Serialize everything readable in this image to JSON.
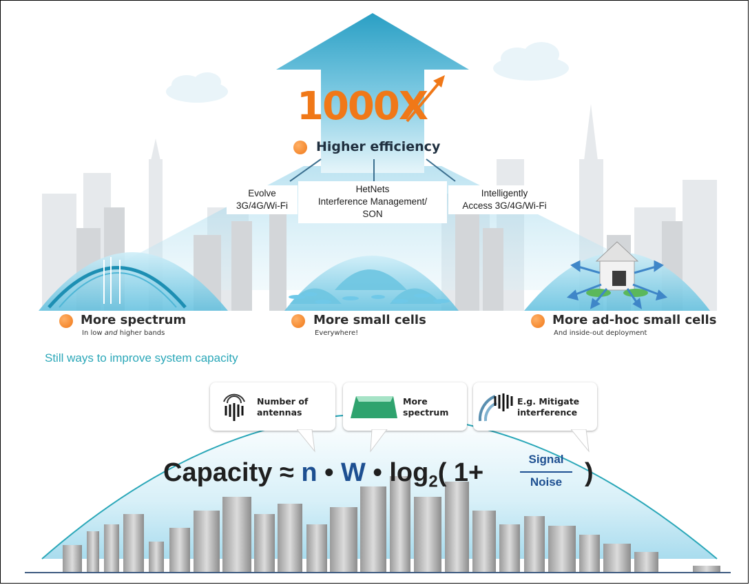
{
  "header": {
    "multiplier": "1000X",
    "efficiency_title": "Higher efficiency"
  },
  "efficiency_boxes": [
    {
      "lines": [
        "Evolve",
        "3G/4G/Wi-Fi"
      ]
    },
    {
      "lines": [
        "HetNets",
        "Interference Management/",
        "SON"
      ]
    },
    {
      "lines": [
        "Intelligently",
        "Access 3G/4G/Wi-Fi"
      ]
    }
  ],
  "bullets": [
    {
      "title": "More spectrum",
      "subtitle_pre": "In low ",
      "subtitle_em": "and",
      "subtitle_post": " higher bands"
    },
    {
      "title": "More small cells",
      "subtitle_pre": "Everywhere!",
      "subtitle_em": "",
      "subtitle_post": ""
    },
    {
      "title": "More ad-hoc small cells",
      "subtitle_pre": "And inside-out deployment",
      "subtitle_em": "",
      "subtitle_post": ""
    }
  ],
  "improve_heading": "Still ways to improve system capacity",
  "bubbles": [
    {
      "line1": "Number of",
      "line2": "antennas",
      "icon": "antenna-icon"
    },
    {
      "line1": "More",
      "line2": "spectrum",
      "icon": "spectrum-icon"
    },
    {
      "line1": "E.g. Mitigate",
      "line2": "interference",
      "icon": "interference-icon"
    }
  ],
  "formula": {
    "lhs": "Capacity",
    "approx": "≈",
    "n": "n",
    "dot": "•",
    "w": "W",
    "log": "log",
    "log_base": "2",
    "open": "( 1+",
    "numerator": "Signal",
    "denominator": "Noise",
    "close": ")"
  },
  "colors": {
    "orange": "#f07818",
    "teal": "#2aa7b8",
    "sky_blue": "#bfe6f2",
    "navy": "#1d4f91"
  }
}
